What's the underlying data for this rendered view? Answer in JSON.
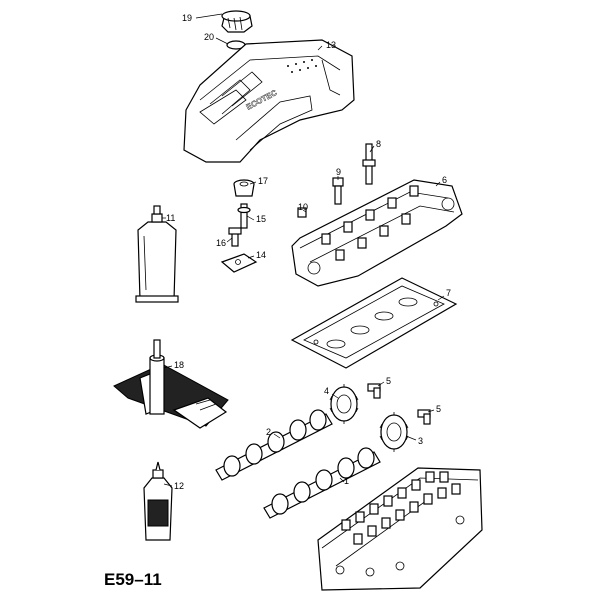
{
  "diagram_code": "E59–11",
  "cover_logo": "ECOTEC",
  "callouts": {
    "c1": "1",
    "c2": "2",
    "c3": "3",
    "c4": "4",
    "c5a": "5",
    "c5b": "5",
    "c6": "6",
    "c7": "7",
    "c8": "8",
    "c9": "9",
    "c10": "10",
    "c11": "11",
    "c12": "12",
    "c13": "13",
    "c14": "14",
    "c15": "15",
    "c16": "16",
    "c17": "17",
    "c18": "18",
    "c19": "19",
    "c20": "20"
  }
}
